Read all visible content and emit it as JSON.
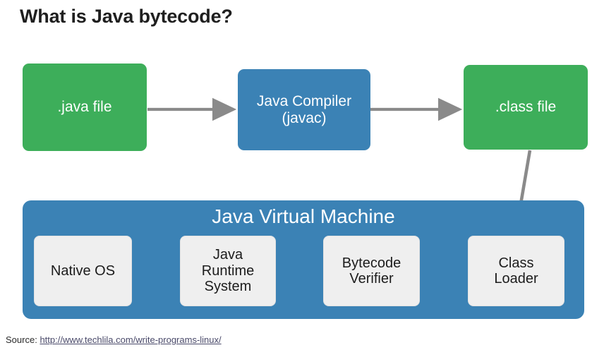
{
  "slide": {
    "title": "What is Java bytecode?"
  },
  "diagram": {
    "type": "flowchart",
    "nodes": {
      "java_file": {
        "label": ".java file",
        "color": "#3dae5a",
        "text_color": "#ffffff"
      },
      "java_compiler": {
        "label": "Java Compiler\n(javac)",
        "line1": "Java Compiler",
        "line2": "(javac)",
        "color": "#3b82b5",
        "text_color": "#ffffff"
      },
      "class_file": {
        "label": ".class file",
        "color": "#3dae5a",
        "text_color": "#ffffff"
      },
      "class_loader": {
        "line1": "Class",
        "line2": "Loader",
        "color": "#efefef",
        "text_color": "#1c1c1c"
      },
      "bytecode_verifier": {
        "line1": "Bytecode",
        "line2": "Verifier",
        "color": "#efefef",
        "text_color": "#1c1c1c"
      },
      "java_runtime_system": {
        "line1": "Java",
        "line2": "Runtime",
        "line3": "System",
        "color": "#efefef",
        "text_color": "#1c1c1c"
      },
      "native_os": {
        "label": "Native OS",
        "color": "#efefef",
        "text_color": "#1c1c1c"
      }
    },
    "container": {
      "jvm_title": "Java Virtual Machine",
      "color": "#3b82b5",
      "text_color": "#ffffff"
    },
    "arrow_color": "#8a8a8a",
    "flow": [
      {
        "from": ".java file",
        "to": "Java Compiler (javac)"
      },
      {
        "from": "Java Compiler (javac)",
        "to": ".class file"
      },
      {
        "from": ".class file",
        "to": "Class Loader"
      },
      {
        "from": "Class Loader",
        "to": "Bytecode Verifier"
      },
      {
        "from": "Bytecode Verifier",
        "to": "Java Runtime System"
      },
      {
        "from": "Java Runtime System",
        "to": "Native OS"
      }
    ]
  },
  "footer": {
    "label": "Source:",
    "url": "http://www.techlila.com/write-programs-linux/"
  }
}
